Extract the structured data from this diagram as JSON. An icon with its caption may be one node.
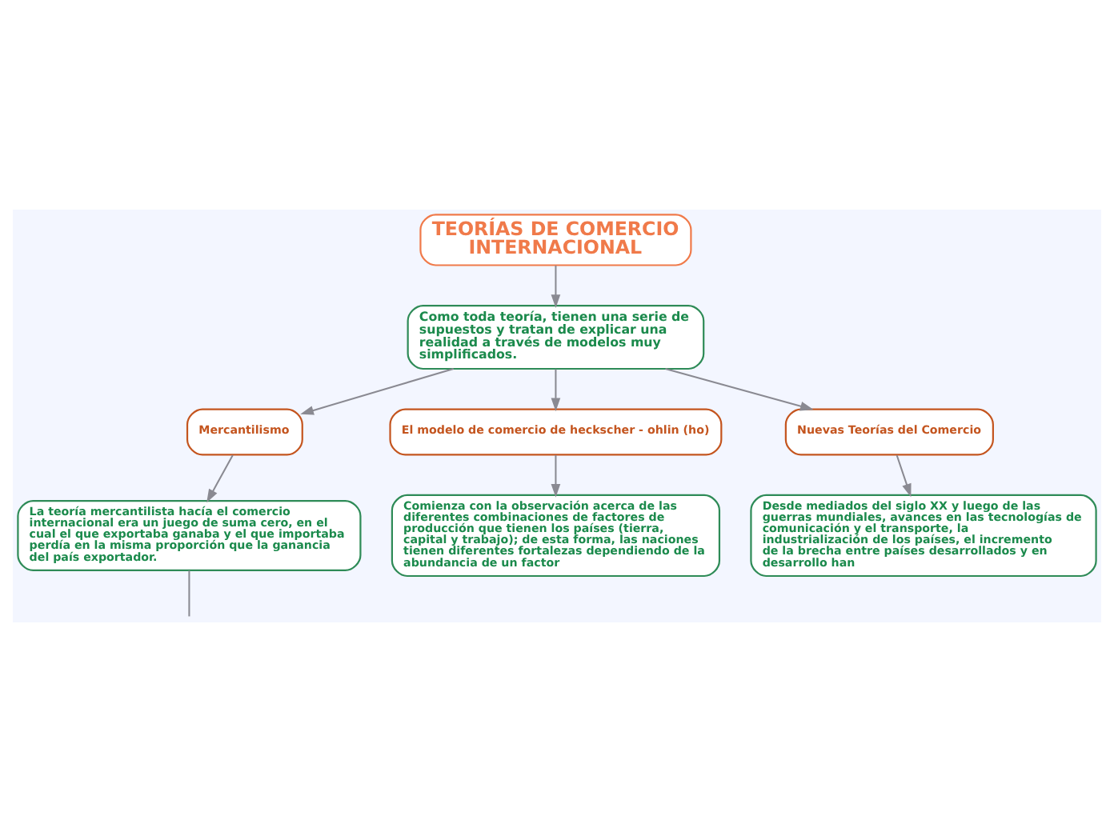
{
  "diagram": {
    "nodes": [
      {
        "text": [
          "TEORÍAS DE COMERCIO INTERNACIONAL"
        ]
      },
      {
        "text": [
          "Como toda teoría, tienen una serie de supuestos y tratan de explicar una realidad a través de modelos muy simplificados."
        ]
      },
      {
        "text": [
          "Mercantilismo"
        ]
      },
      {
        "text": [
          "El modelo de comercio de heckscher - ohlin (ho)"
        ]
      },
      {
        "text": [
          "Nuevas Teorías del Comercio"
        ]
      },
      {
        "text": [
          "La teoría mercantilista hacía el comercio internacional era un juego de suma cero, en el cual el que exportaba ganaba y el que importaba perdía en la misma proporción que la ganancia del país exportador."
        ]
      },
      {
        "text": [
          "Comienza con la observación acerca de las diferentes combinaciones de factores de producción que tienen los países (tierra, capital y trabajo); de esta forma, las naciones tienen diferentes fortalezas dependiendo de la abundancia de un factor"
        ]
      },
      {
        "text": [
          "Desde mediados del siglo XX y luego de las guerras mundiales, avances en las tecnologías de comunicación y el transporte, la industrialización de los países, el incremento de la brecha entre países desarrollados y en desarrollo han"
        ]
      }
    ],
    "edges": [
      {
        "from": 0,
        "to": 1,
        "arrow": "to"
      },
      {
        "from": 1,
        "to": 2,
        "arrow": "to"
      },
      {
        "from": 1,
        "to": 3,
        "arrow": "to"
      },
      {
        "from": 1,
        "to": 4,
        "arrow": "to"
      },
      {
        "from": 2,
        "to": 5,
        "arrow": "to"
      },
      {
        "from": 3,
        "to": 6,
        "arrow": "to"
      },
      {
        "from": 4,
        "to": 7,
        "arrow": "to"
      },
      {
        "from": 5,
        "to": null,
        "arrow": "none"
      }
    ]
  }
}
